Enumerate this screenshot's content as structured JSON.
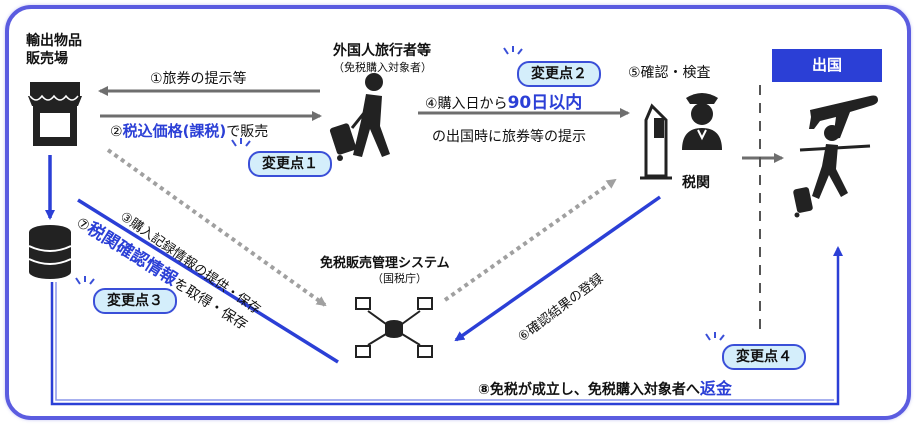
{
  "labels": {
    "shop_line1": "輸出物品",
    "shop_line2": "販売場",
    "traveler_title": "外国人旅行者等",
    "traveler_sub": "（免税購入対象者）",
    "step1": "①旅券の提示等",
    "step2_num": "②",
    "step2_highlight": "税込価格(課税)",
    "step2_tail": "で販売",
    "step3": "③購入記録情報の提供・保存",
    "step4_pre": "④購入日から",
    "step4_highlight": "90日以内",
    "step4_line2": "の出国時に旅券等の提示",
    "step5": "⑤確認・検査",
    "customs": "税関",
    "step6": "⑥確認結果の登録",
    "step7_num": "⑦",
    "step7_highlight": "税関確認情報",
    "step7_tail": "を取得・保存",
    "system_title": "免税販売管理システム",
    "system_sub": "（国税庁）",
    "departure": "出国",
    "step8_pre": "⑧免税が成立し、免税購入対象者へ",
    "step8_highlight": "返金"
  },
  "badges": [
    "変更点１",
    "変更点２",
    "変更点３",
    "変更点４"
  ],
  "icons": [
    "shop-icon",
    "database-icon",
    "traveler-icon",
    "kiosk-icon",
    "customs-officer-icon",
    "network-icon",
    "airplane-icon",
    "departing-traveler-icon"
  ],
  "colors": {
    "accent_blue": "#2b3fd6",
    "frame": "#5b5ce0",
    "badge_fill": "#d4eefb",
    "arrow_gray": "#6e6e6e",
    "dotted_gray": "#a0a0a0"
  }
}
